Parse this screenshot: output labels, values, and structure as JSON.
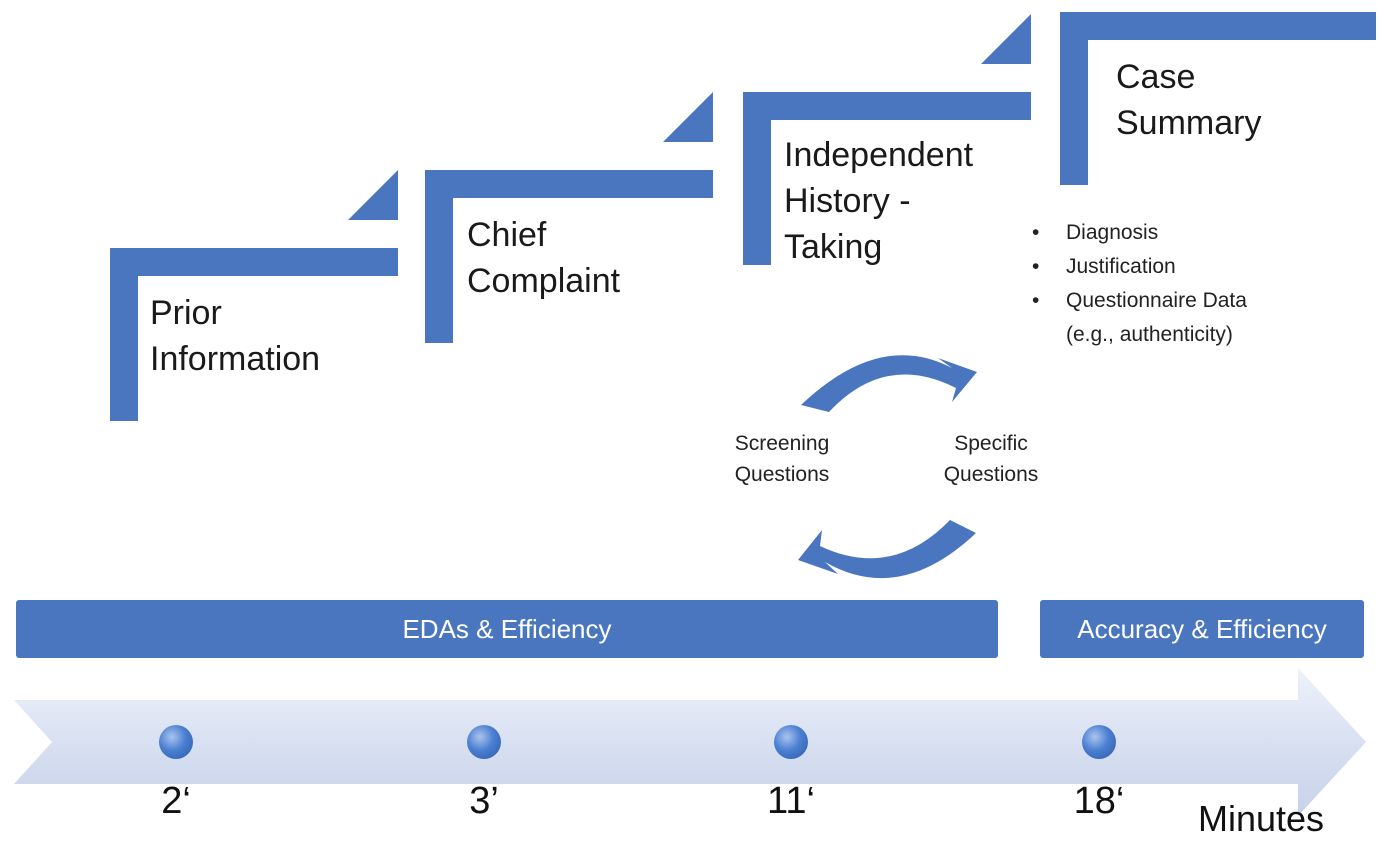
{
  "colors": {
    "accent": "#4a76c0",
    "timeline": "#dde4f3"
  },
  "steps": [
    {
      "label_lines": [
        "Prior",
        "Information"
      ]
    },
    {
      "label_lines": [
        "Chief",
        "Complaint"
      ]
    },
    {
      "label_lines": [
        "Independent",
        "History -",
        "Taking"
      ]
    },
    {
      "label_lines": [
        "Case",
        "Summary"
      ]
    }
  ],
  "case_summary_bullets": [
    "Diagnosis",
    "Justification",
    "Questionnaire Data",
    "(e.g., authenticity)"
  ],
  "cycle": {
    "left_lines": [
      "Screening",
      "Questions"
    ],
    "right_lines": [
      "Specific",
      "Questions"
    ]
  },
  "phase_bars": [
    {
      "label": "EDAs & Efficiency"
    },
    {
      "label": "Accuracy & Efficiency"
    }
  ],
  "timeline": {
    "ticks": [
      "2‘",
      "3’",
      "11‘",
      "18‘"
    ],
    "unit": "Minutes"
  }
}
